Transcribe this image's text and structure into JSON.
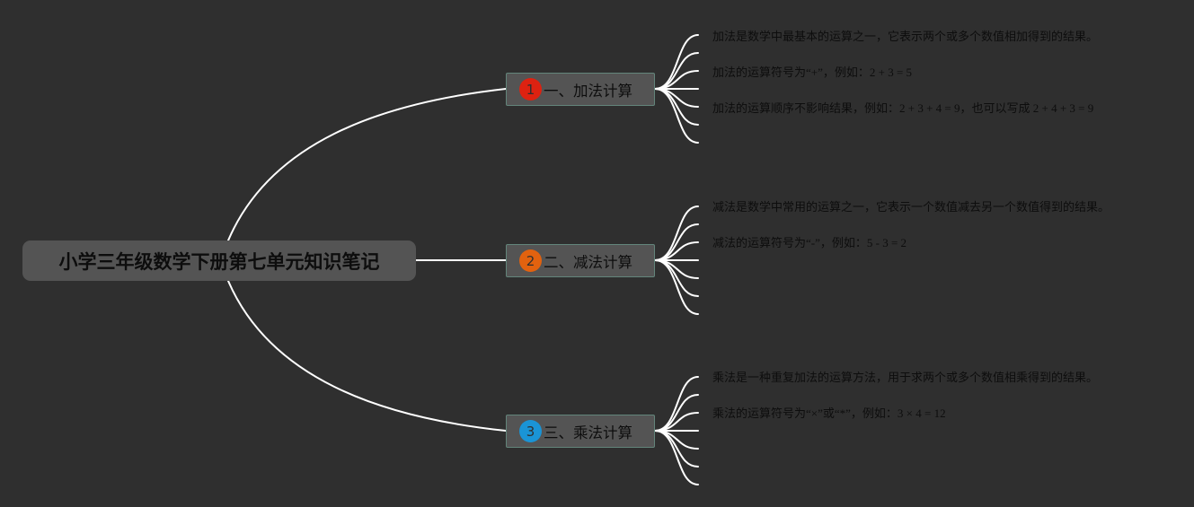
{
  "central_topic": "小学三年级数学下册第七单元知识笔记",
  "branches": [
    {
      "marker_number": "1",
      "marker_color": "#dd2211",
      "title": "一、加法计算",
      "details": [
        "加法是数学中最基本的运算之一，它表示两个或多个数值相加得到的结果。",
        "加法的运算符号为“+”，例如：2 + 3 = 5",
        "加法的运算顺序不影响结果，例如：2 + 3 + 4 = 9，也可以写成 2 + 4 + 3 = 9"
      ]
    },
    {
      "marker_number": "2",
      "marker_color": "#e2620f",
      "title": "二、减法计算",
      "details": [
        "减法是数学中常用的运算之一，它表示一个数值减去另一个数值得到的结果。",
        "减法的运算符号为“-”，例如：5 - 3 = 2"
      ]
    },
    {
      "marker_number": "3",
      "marker_color": "#1a94d6",
      "title": "三、乘法计算",
      "details": [
        "乘法是一种重复加法的运算方法，用于求两个或多个数值相乘得到的结果。",
        "乘法的运算符号为“×”或“*”，例如：3 × 4 = 12"
      ]
    }
  ]
}
